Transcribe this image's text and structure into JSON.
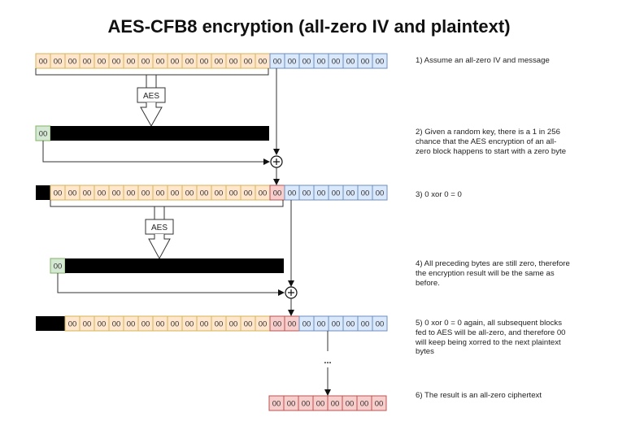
{
  "title": "AES-CFB8 encryption (all-zero IV and plaintext)",
  "colors": {
    "orange_fill": "#ffe6cc",
    "orange_stroke": "#d6b656",
    "blue_fill": "#dae8fc",
    "blue_stroke": "#6c8ebf",
    "red_fill": "#f8cecc",
    "red_stroke": "#b85450",
    "green_fill": "#d5e8d4",
    "green_stroke": "#82b366",
    "black": "#000000",
    "line": "#333333"
  },
  "byte_value": "00",
  "aes_label": "AES",
  "xor_symbol": "+",
  "ellipsis": "...",
  "rows": [
    {
      "id": "row1",
      "black": 0,
      "segments": [
        {
          "color": "orange",
          "count": 16
        },
        {
          "color": "blue",
          "count": 8
        }
      ]
    },
    {
      "id": "row2",
      "black": 1,
      "segments": [
        {
          "color": "orange",
          "count": 15
        },
        {
          "color": "red",
          "count": 1
        },
        {
          "color": "blue",
          "count": 7
        }
      ]
    },
    {
      "id": "row3",
      "black": 2,
      "segments": [
        {
          "color": "orange",
          "count": 14
        },
        {
          "color": "red",
          "count": 2
        },
        {
          "color": "blue",
          "count": 6
        }
      ]
    },
    {
      "id": "ciphertext",
      "segments": [
        {
          "color": "red",
          "count": 8
        }
      ]
    }
  ],
  "aes_outputs": [
    {
      "first_byte": "00"
    },
    {
      "first_byte": "00"
    }
  ],
  "notes": [
    "1) Assume an all-zero IV and message",
    "2) Given a random key, there is a 1 in 256 chance that the AES encryption of an all-zero block happens to start with a zero byte",
    "3) 0 xor 0 = 0",
    "4) All preceding bytes are still zero, therefore the encryption result will be the same as before.",
    "5) 0 xor 0 = 0 again, all subsequent blocks fed to AES will be all-zero, and therefore 00 will keep being xorred to the next plaintext bytes",
    "6) The result is an all-zero ciphertext"
  ]
}
